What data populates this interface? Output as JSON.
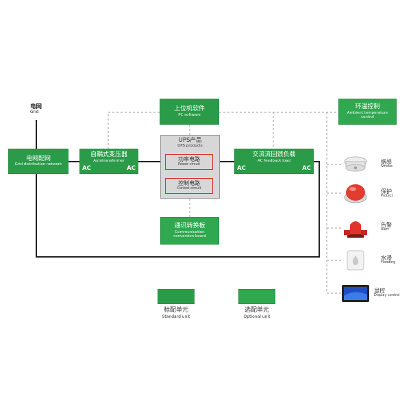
{
  "grid": {
    "cn": "电网",
    "en": "Grid"
  },
  "grid_distribution": {
    "cn": "电网配网",
    "en": "Grid distribution network"
  },
  "autotransformer": {
    "cn": "自耦式变压器",
    "en": "Autotransformer",
    "ac_left": "AC",
    "ac_right": "AC"
  },
  "pc_software": {
    "cn": "上位机软件",
    "en": "PC software"
  },
  "ambient": {
    "cn": "环温控制",
    "en": "Ambient temperature control"
  },
  "ups": {
    "cn": "UPS产品",
    "en": "UPS products",
    "power": {
      "cn": "功率电路",
      "en": "Power circuit"
    },
    "control": {
      "cn": "控制电路",
      "en": "Control circuit"
    }
  },
  "ac_feedback": {
    "cn": "交流流回馈负载",
    "en": "AC feedback load",
    "ac_left": "AC",
    "ac_right": "AC"
  },
  "comm_board": {
    "cn": "通讯转换板",
    "en": "Communication conversion board"
  },
  "devices": [
    {
      "cn": "烟感",
      "en": "Smoke",
      "icon": "smoke-detector-icon"
    },
    {
      "cn": "保护",
      "en": "Protect",
      "icon": "emergency-stop-button-icon"
    },
    {
      "cn": "告警",
      "en": "Alert",
      "icon": "alarm-light-icon"
    },
    {
      "cn": "水浸",
      "en": "Flooding",
      "icon": "water-sensor-icon"
    },
    {
      "cn": "显控",
      "en": "Display control",
      "icon": "touch-display-icon"
    }
  ],
  "legend": {
    "standard": {
      "cn": "标配单元",
      "en": "Standard unit"
    },
    "optional": {
      "cn": "选配单元",
      "en": "Optional unit"
    }
  },
  "colors": {
    "standard_unit": "#2a9b48",
    "optional_unit": "#2fa84f",
    "ups_fill": "#d7d7d7",
    "sub_circuit_border": "#d8322c",
    "power_wire": "#222222",
    "comm_dashed": "#9a9a9a"
  }
}
